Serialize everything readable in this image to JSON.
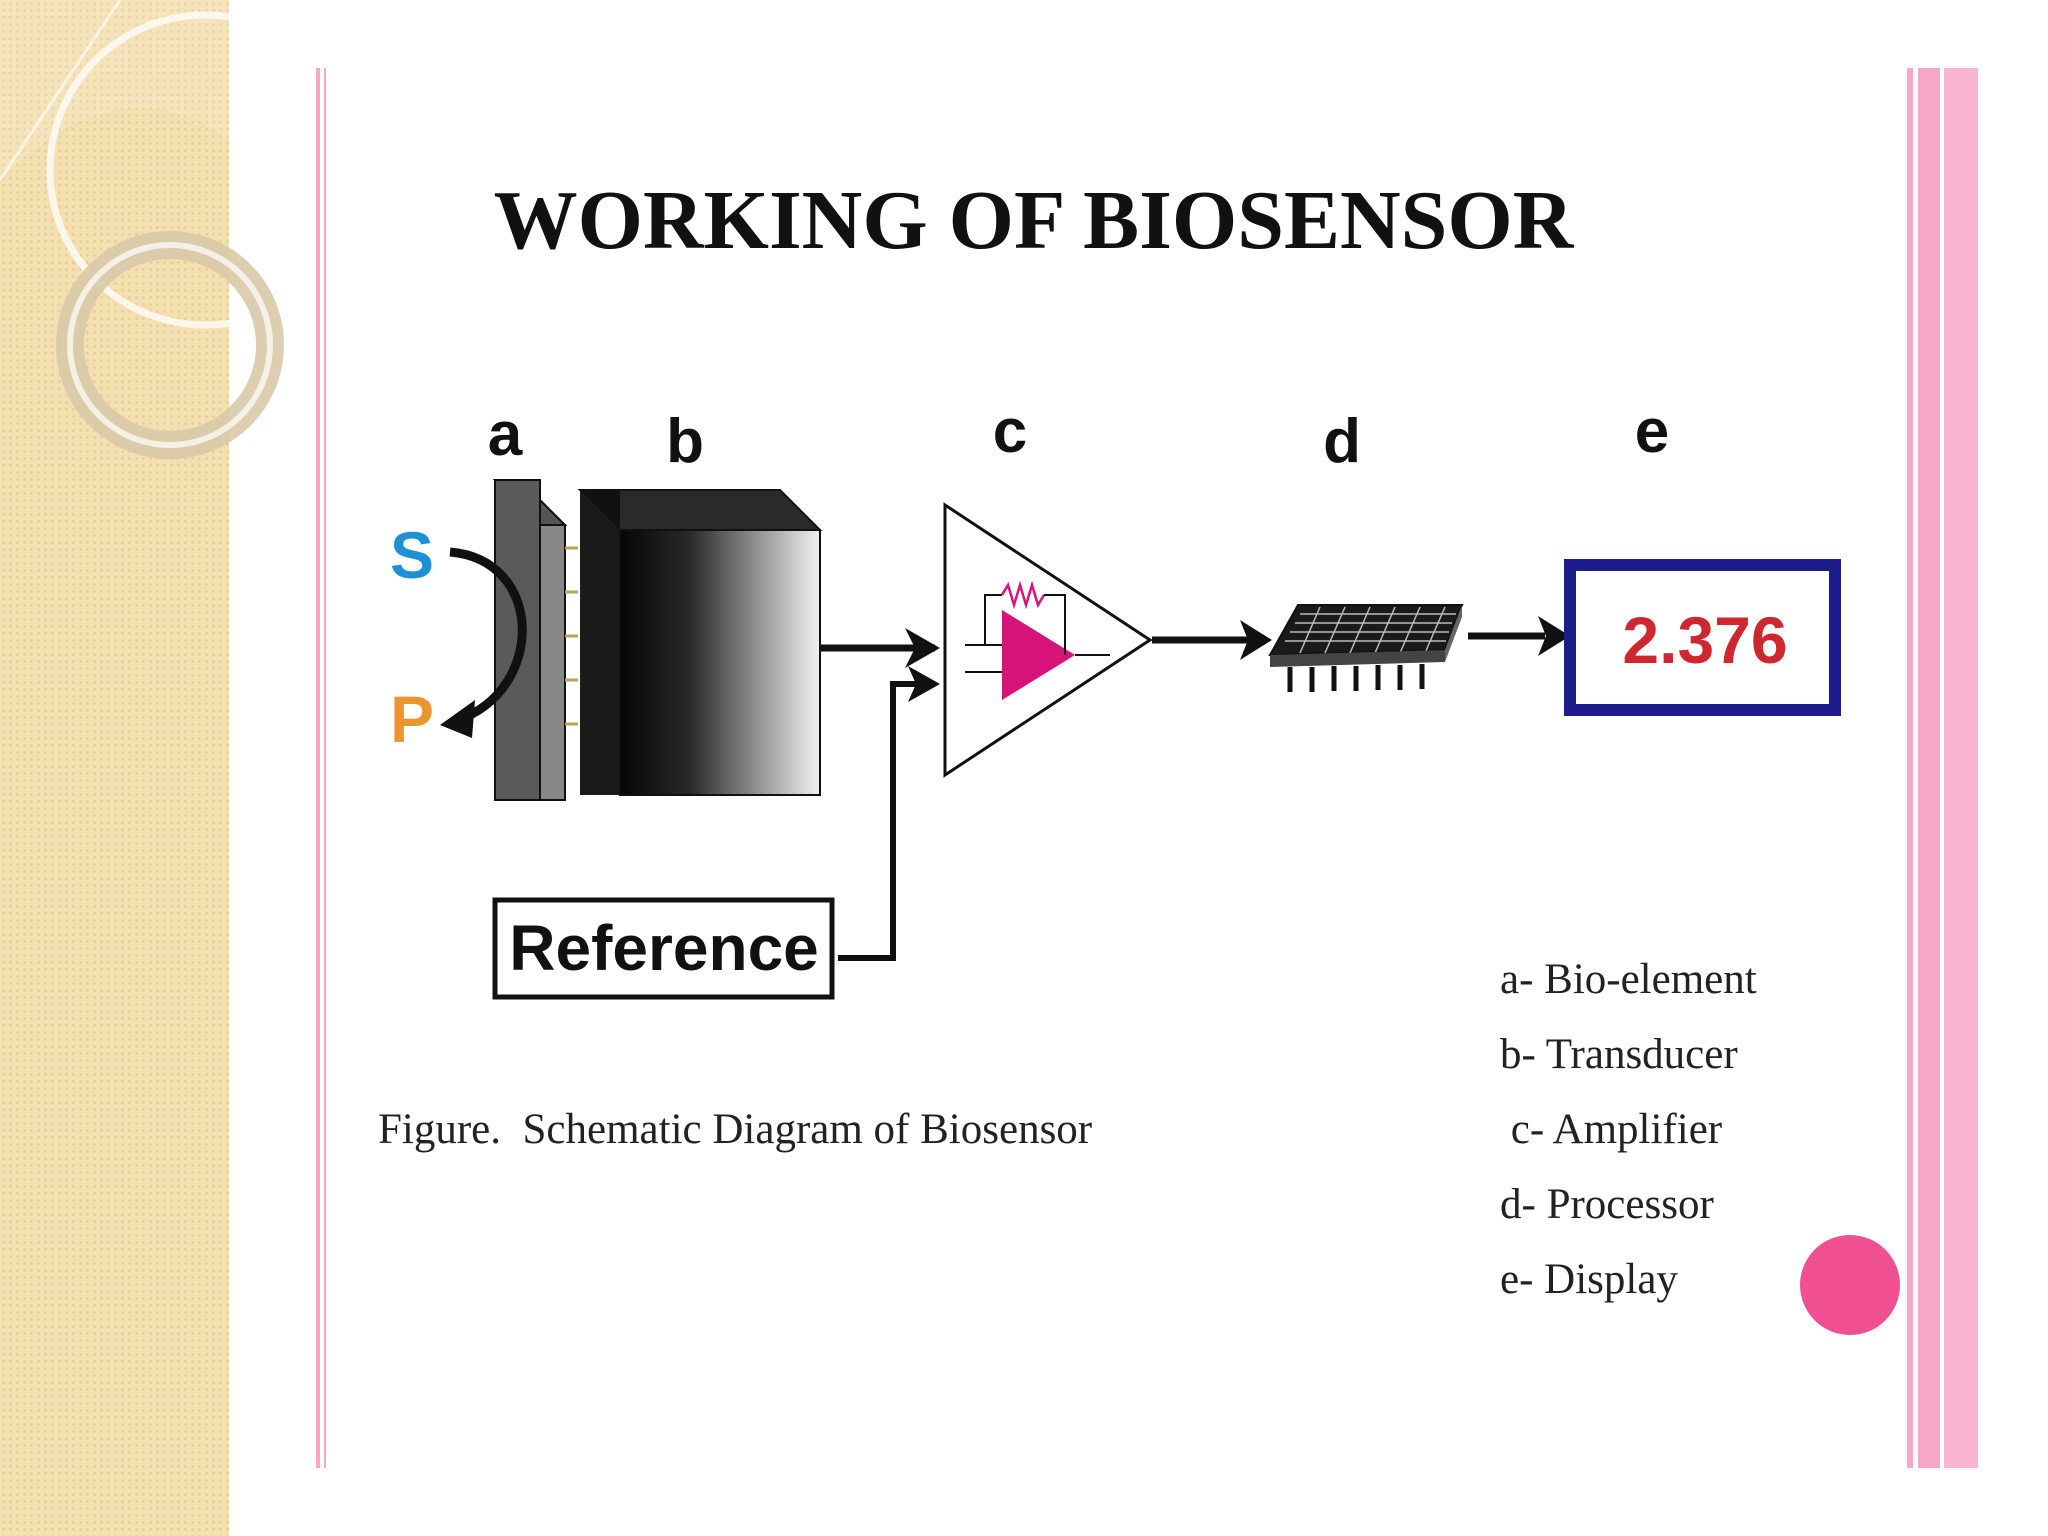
{
  "title": "WORKING OF BIOSENSOR",
  "diagram": {
    "stage_letters": [
      "a",
      "b",
      "c",
      "d",
      "e"
    ],
    "substrate_label": "S",
    "product_label": "P",
    "reference_label": "Reference",
    "display_value": "2.376"
  },
  "caption": "Figure.  Schematic Diagram of Biosensor",
  "legend": [
    "a- Bio-element",
    "b- Transducer",
    " c- Amplifier",
    "d- Processor",
    "e- Display"
  ],
  "colors": {
    "left_panel": "#f4dfb0",
    "border_pink": "#f7a8c6",
    "substrate_blue": "#1f8fd6",
    "product_orange": "#e9962f",
    "amplifier_magenta": "#d6137a",
    "display_border": "#1d1c8c",
    "display_digits": "#d0262e",
    "accent_dot": "#f04f92"
  }
}
